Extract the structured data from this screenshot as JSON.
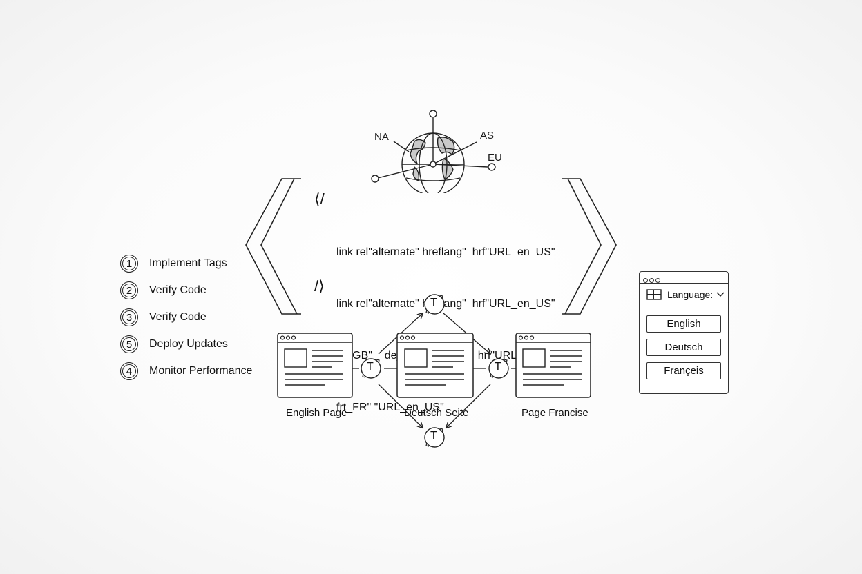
{
  "globe": {
    "labels": {
      "na": "NA",
      "as": "AS",
      "eu": "EU"
    }
  },
  "code": {
    "open_tag": "⟨/",
    "close_tag": "/⟩",
    "lines": [
      "link rel\"alternate\" hreflang\"  hrf\"URL_en_US\"",
      "link rel\"alternate\" hreflang\"  hrf\"URL_en_US\"",
      "en-GB\"    de_DE\"   deflang\"  hrf\"URL_en_US\"",
      "frt_FR\" \"URL_en_US\""
    ]
  },
  "steps": [
    {
      "number": "1",
      "label": "Implement Tags"
    },
    {
      "number": "2",
      "label": "Verify Code"
    },
    {
      "number": "3",
      "label": "Verify Code"
    },
    {
      "number": "5",
      "label": "Deploy Updates"
    },
    {
      "number": "4",
      "label": "Monitor Performance"
    }
  ],
  "pages": [
    {
      "caption": "English Page"
    },
    {
      "caption": "Deutsch Seite"
    },
    {
      "caption": "Page Francise"
    }
  ],
  "translate_icon_letter": "T",
  "language_widget": {
    "header_label": "Language:",
    "options": [
      "English",
      "Deutsch",
      "Françeis"
    ]
  },
  "icons": [
    "globe-icon",
    "translate-icon",
    "browser-window-icon",
    "flag-icon",
    "chevron-down-icon"
  ]
}
